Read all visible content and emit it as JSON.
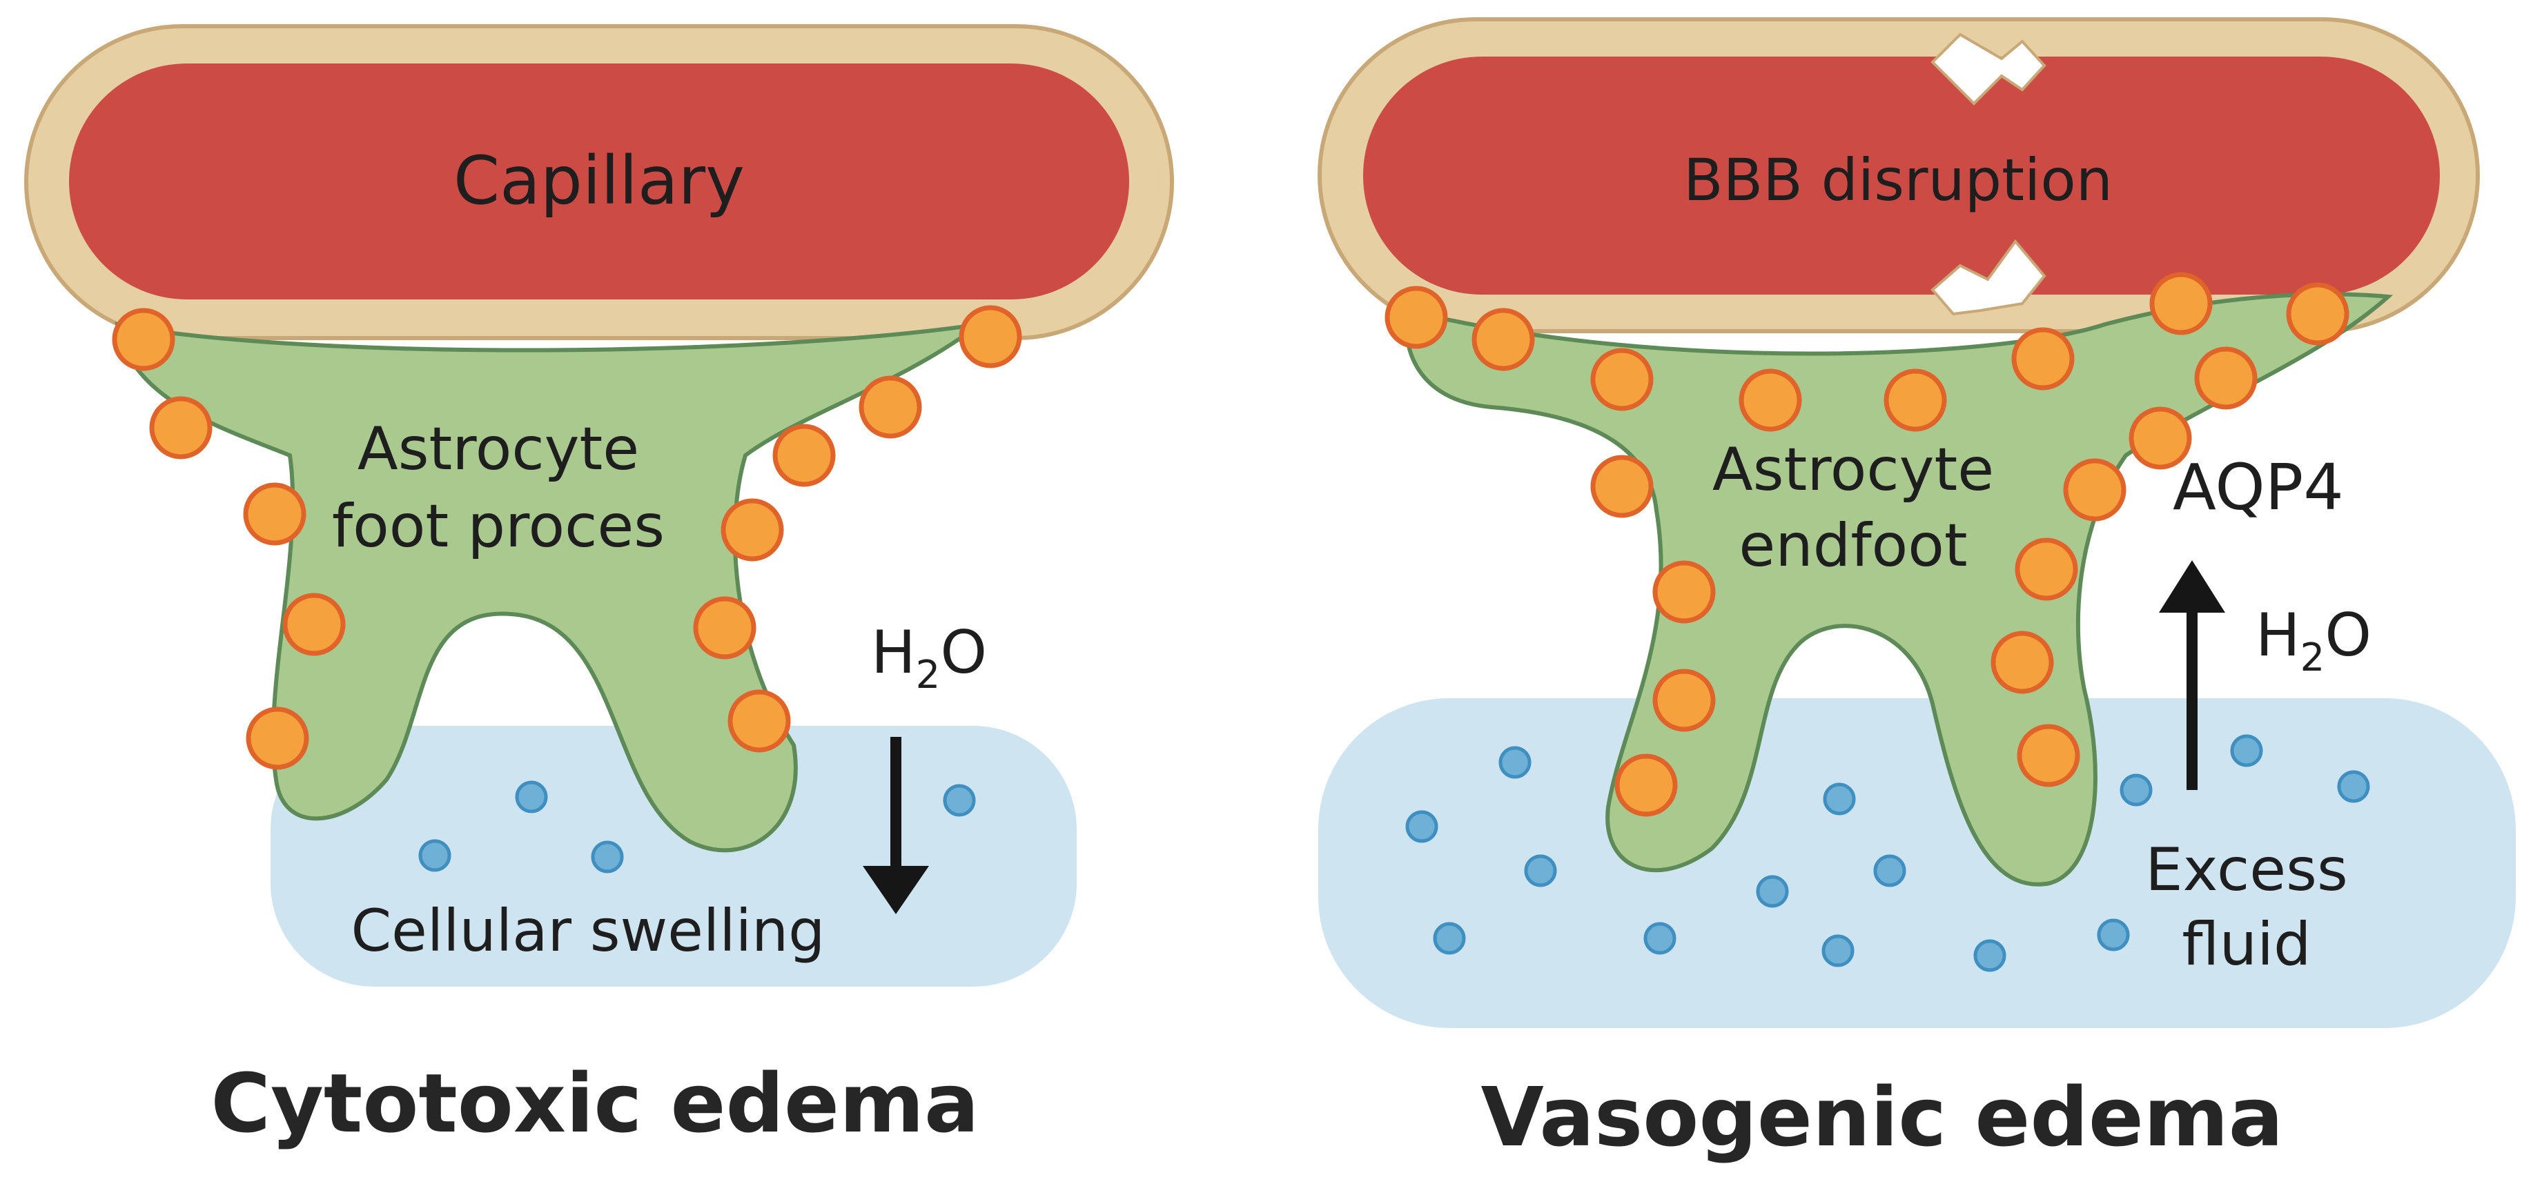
{
  "panels": [
    {
      "capillary_label": "Capillary",
      "astrocyte_label_line1": "Astrocyte",
      "astrocyte_label_line2": "foot proces",
      "water_label_main": "H",
      "water_label_sub": "2",
      "water_label_tail": "O",
      "water_direction": "down",
      "fluid_label": "Cellular swelling",
      "title": "Cytotoxic edema"
    },
    {
      "capillary_label": "BBB disruption",
      "astrocyte_label_line1": "Astrocyte",
      "astrocyte_label_line2": "endfoot",
      "channel_label": "AQP4",
      "water_label_main": "H",
      "water_label_sub": "2",
      "water_label_tail": "O",
      "water_direction": "up",
      "fluid_label_line1": "Excess",
      "fluid_label_line2": "fluid",
      "title": "Vasogenic edema"
    }
  ],
  "colors": {
    "capillary_wall": "#e6cfa2",
    "capillary_wall_stroke": "#c9a878",
    "capillary_lumen": "#cc4b45",
    "astrocyte_fill": "#a9c98f",
    "astrocyte_stroke": "#5d8a57",
    "aqp4_fill": "#f5a23e",
    "aqp4_stroke": "#e0642a",
    "fluid_fill": "#cfe4f1",
    "fluid_dot": "#6fb1d6",
    "fluid_dot_stroke": "#3f8fc0",
    "arrow": "#161616"
  }
}
